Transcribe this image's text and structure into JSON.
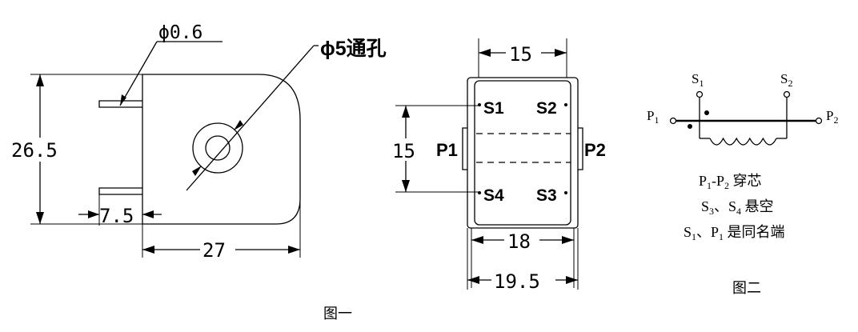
{
  "figure1": {
    "side_view": {
      "pin_diameter": "ϕ0.6",
      "hole_label": "ϕ5通孔",
      "height_dim": "26.5",
      "pin_offset_dim": "7.5",
      "width_dim": "27"
    },
    "front_view": {
      "top_inner_dim": "15",
      "left_dim": "15",
      "bottom_inner_dim": "18",
      "bottom_outer_dim": "19.5",
      "pins": {
        "s1": "S1",
        "s2": "S2",
        "s3": "S3",
        "s4": "S4",
        "p1": "P1",
        "p2": "P2"
      }
    },
    "caption": "图一"
  },
  "figure2": {
    "terminals": {
      "p1_base": "P",
      "p1_sub": "1",
      "p2_base": "P",
      "p2_sub": "2",
      "s1_base": "S",
      "s1_sub": "1",
      "s2_base": "S",
      "s2_sub": "2"
    },
    "notes": {
      "line1": {
        "a": "P",
        "a_sub": "1",
        "b": "-P",
        "b_sub": "2",
        "text": " 穿芯"
      },
      "line2": {
        "a": "S",
        "a_sub": "3",
        "b": "、S",
        "b_sub": "4",
        "text": " 悬空"
      },
      "line3": {
        "a": "S",
        "a_sub": "1",
        "b": "、P",
        "b_sub": "1",
        "text": " 是同名端"
      }
    },
    "caption": "图二"
  }
}
